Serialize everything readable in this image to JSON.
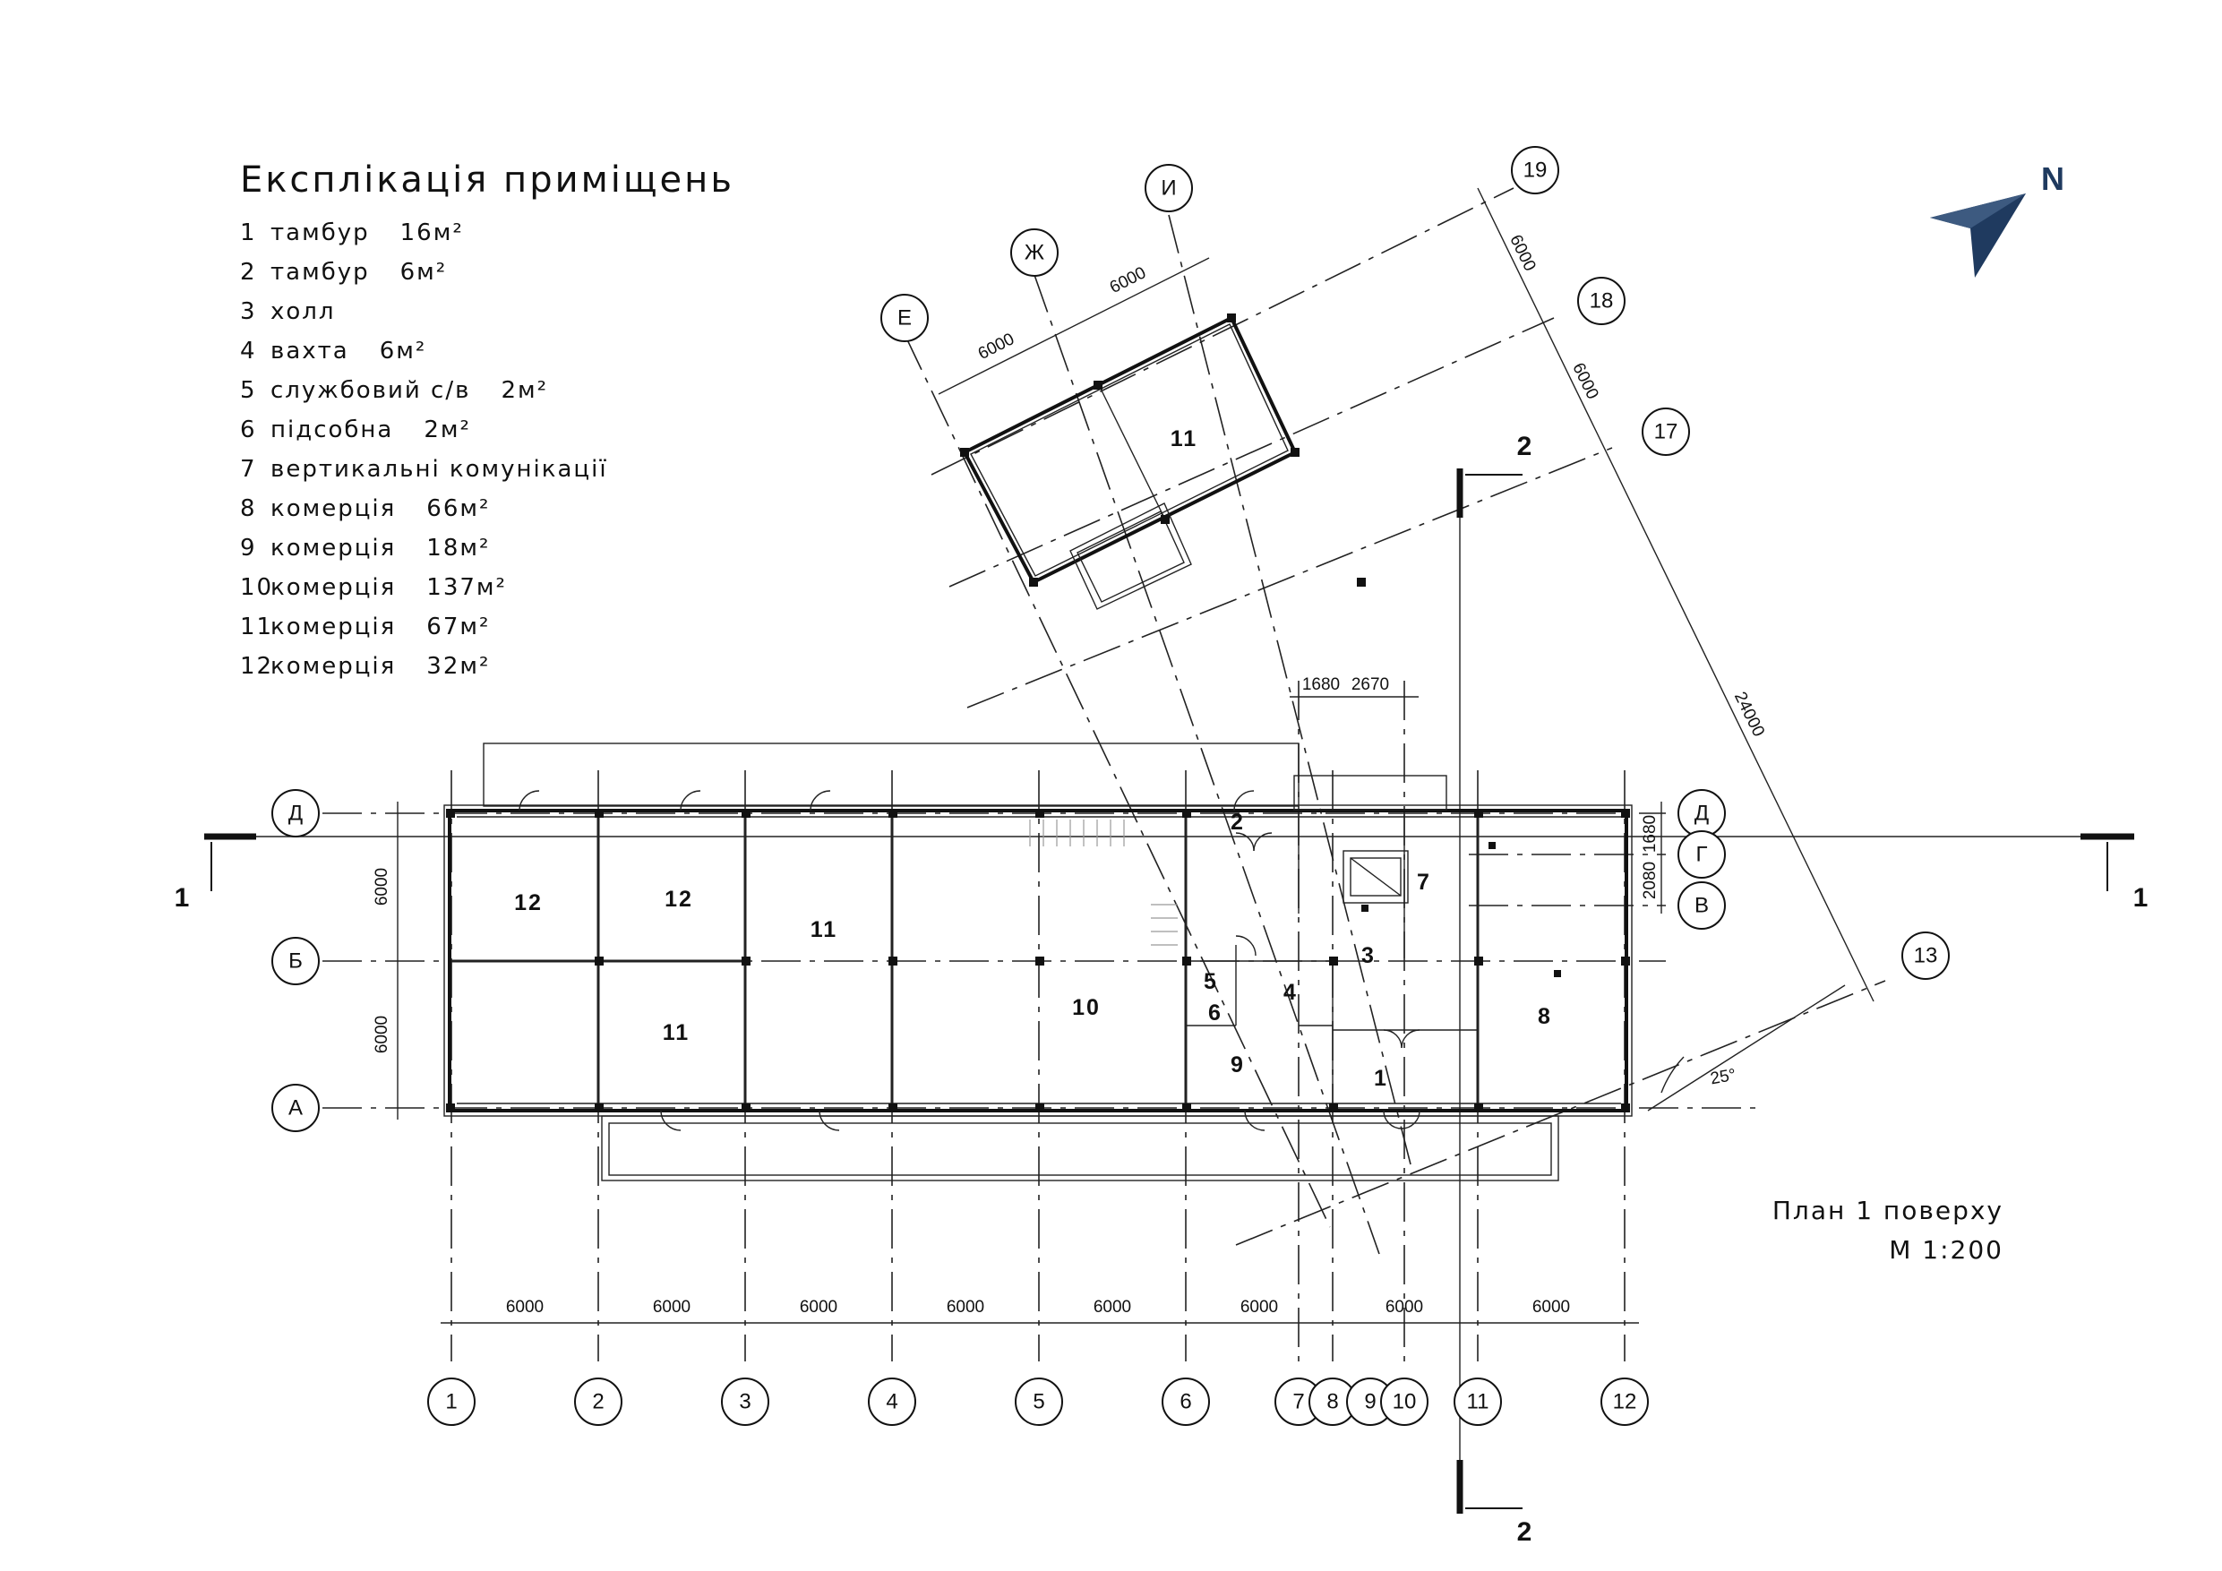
{
  "legend": {
    "title": "Експлікація приміщень",
    "items": [
      {
        "num": "1",
        "name": "тамбур",
        "area": "16м²"
      },
      {
        "num": "2",
        "name": "тамбур",
        "area": "6м²"
      },
      {
        "num": "3",
        "name": "холл",
        "area": ""
      },
      {
        "num": "4",
        "name": "вахта",
        "area": "6м²"
      },
      {
        "num": "5",
        "name": "службовий с/в",
        "area": "2м²"
      },
      {
        "num": "6",
        "name": "підсобна",
        "area": "2м²"
      },
      {
        "num": "7",
        "name": "вертикальні комунікації",
        "area": ""
      },
      {
        "num": "8",
        "name": "комерція",
        "area": "66м²"
      },
      {
        "num": "9",
        "name": "комерція",
        "area": "18м²"
      },
      {
        "num": "10",
        "name": "комерція",
        "area": "137м²"
      },
      {
        "num": "11",
        "name": "комерція",
        "area": "67м²"
      },
      {
        "num": "12",
        "name": "комерція",
        "area": "32м²"
      }
    ]
  },
  "caption": {
    "title": "План 1 поверху",
    "scale": "М 1:200"
  },
  "compass": {
    "label": "N",
    "color": "#1f3a5f"
  },
  "grid": {
    "columns": [
      "1",
      "2",
      "3",
      "4",
      "5",
      "6",
      "7",
      "8",
      "9",
      "10",
      "11",
      "12"
    ],
    "rows_left": [
      "Д",
      "Б",
      "А"
    ],
    "rows_right": [
      "Д",
      "Г",
      "В"
    ],
    "rotated_axes": [
      "Е",
      "Ж",
      "И",
      "17",
      "18",
      "19",
      "13"
    ]
  },
  "dimensions": {
    "bottom": [
      "6000",
      "6000",
      "6000",
      "6000",
      "6000",
      "6000",
      "6000",
      "6000"
    ],
    "left": [
      "6000",
      "6000"
    ],
    "right": [
      "1680",
      "2080"
    ],
    "top": [
      "1680",
      "2670"
    ],
    "rotated_top": [
      "6000",
      "6000"
    ],
    "rotated_right": [
      "6000",
      "6000",
      "24000"
    ],
    "angle": "25°"
  },
  "sections": {
    "section_1": "1",
    "section_2": "2"
  },
  "rooms": {
    "r12a": "12",
    "r12b": "12",
    "r11a": "11",
    "r11b": "11",
    "r10": "10",
    "r2": "2",
    "r3": "3",
    "r4": "4",
    "r5": "5",
    "r6": "6",
    "r7": "7",
    "r8": "8",
    "r9": "9",
    "r1": "1",
    "r11_rot": "11"
  }
}
